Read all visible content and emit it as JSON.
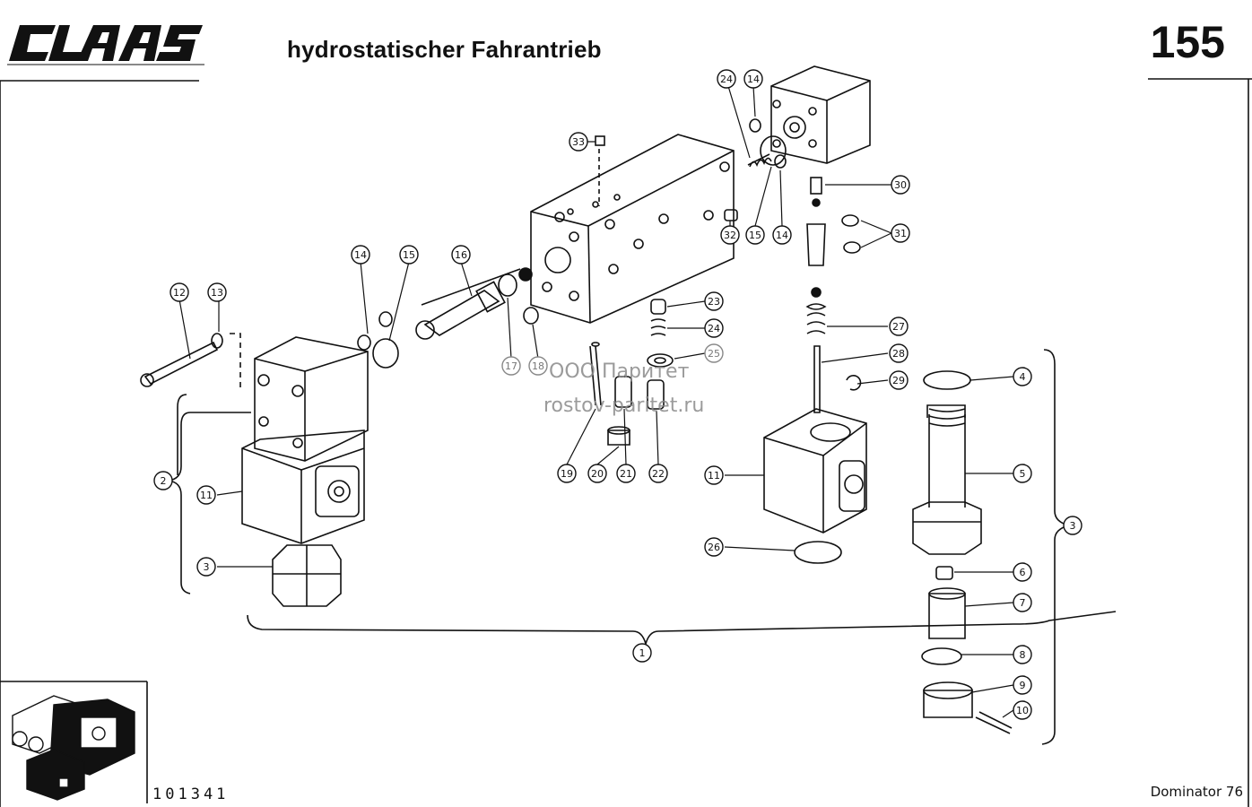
{
  "header": {
    "brand": "CLAAS",
    "title": "hydrostatischer Fahrantrieb",
    "page_number": "155"
  },
  "footer": {
    "drawing_number": "101341",
    "model": "Dominator 76"
  },
  "watermark": {
    "line1": "ООО Паритет",
    "line2": "rostov-paritet.ru"
  },
  "callouts": {
    "c1": "1",
    "c2": "2",
    "c3a": "3",
    "c3b": "3",
    "c4": "4",
    "c5": "5",
    "c6": "6",
    "c7": "7",
    "c8": "8",
    "c9": "9",
    "c10": "10",
    "c11a": "11",
    "c11b": "11",
    "c12": "12",
    "c13": "13",
    "c14a": "14",
    "c14b": "14",
    "c14c": "14",
    "c15a": "15",
    "c15b": "15",
    "c16": "16",
    "c17": "17",
    "c18": "18",
    "c19": "19",
    "c20": "20",
    "c21": "21",
    "c22": "22",
    "c23": "23",
    "c24a": "24",
    "c24b": "24",
    "c25": "25",
    "c26": "26",
    "c27": "27",
    "c28": "28",
    "c29": "29",
    "c30": "30",
    "c31": "31",
    "c32": "32",
    "c33": "33"
  },
  "colors": {
    "ink": "#111111",
    "paper": "#ffffff",
    "watermark": "#8a8a8a"
  }
}
